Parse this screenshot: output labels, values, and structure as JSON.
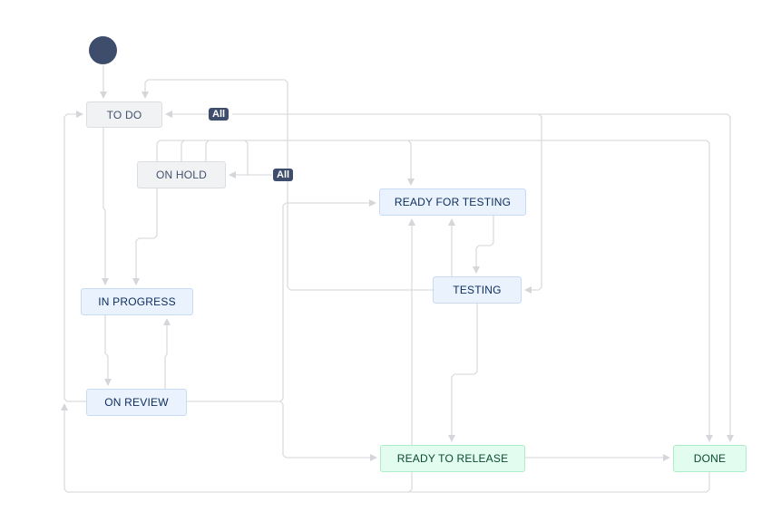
{
  "statuses": {
    "todo": {
      "label": "TO DO",
      "category": "todo"
    },
    "on_hold": {
      "label": "ON HOLD",
      "category": "todo"
    },
    "in_progress": {
      "label": "IN PROGRESS",
      "category": "progress"
    },
    "on_review": {
      "label": "ON REVIEW",
      "category": "progress"
    },
    "ready_for_testing": {
      "label": "READY FOR TESTING",
      "category": "progress"
    },
    "testing": {
      "label": "TESTING",
      "category": "progress"
    },
    "ready_to_release": {
      "label": "READY TO RELEASE",
      "category": "done"
    },
    "done": {
      "label": "DONE",
      "category": "done"
    }
  },
  "global_transitions": {
    "to_todo": "All",
    "to_on_hold": "All"
  },
  "colors": {
    "start_node": "#3E4D6B",
    "badge": "#3E4D6B",
    "edge": "#D4D6DA",
    "todo_bg": "#F1F2F4",
    "progress_bg": "#E9F2FD",
    "done_bg": "#E2FCEF"
  }
}
